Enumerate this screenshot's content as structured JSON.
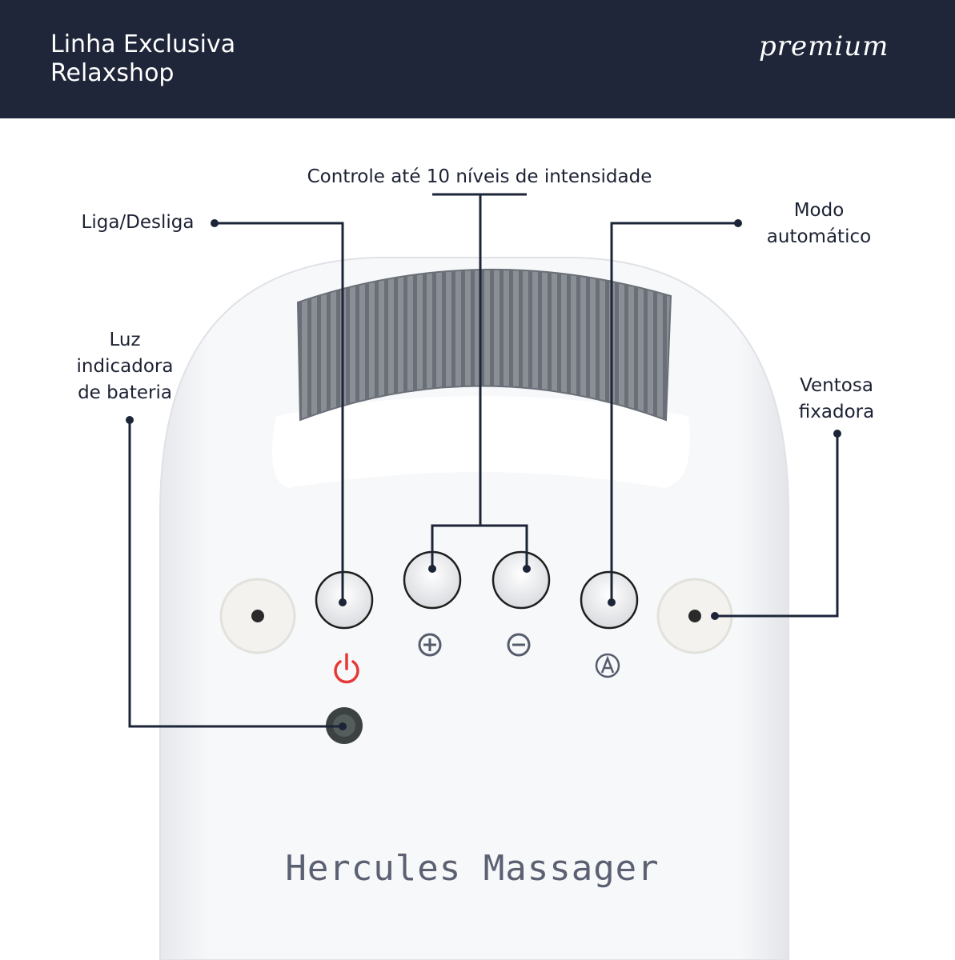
{
  "header": {
    "brand_line1": "Linha Exclusiva",
    "brand_line2": "Relaxshop",
    "tagline": "premium",
    "bg_color": "#1f2639"
  },
  "labels": {
    "intensity": "Controle até 10 níveis de intensidade",
    "power": "Liga/Desliga",
    "auto_line1": "Modo",
    "auto_line2": "automático",
    "battery_line1": "Luz",
    "battery_line2": "indicadora",
    "battery_line3": "de bateria",
    "suction_line1": "Ventosa",
    "suction_line2": "fixadora"
  },
  "product": {
    "name": "Hercules Massager"
  },
  "icons": [
    "power-icon",
    "plus-icon",
    "minus-icon",
    "auto-icon"
  ],
  "colors": {
    "line": "#1c2538",
    "power_icon": "#e53935",
    "handle": "#7d8289"
  }
}
